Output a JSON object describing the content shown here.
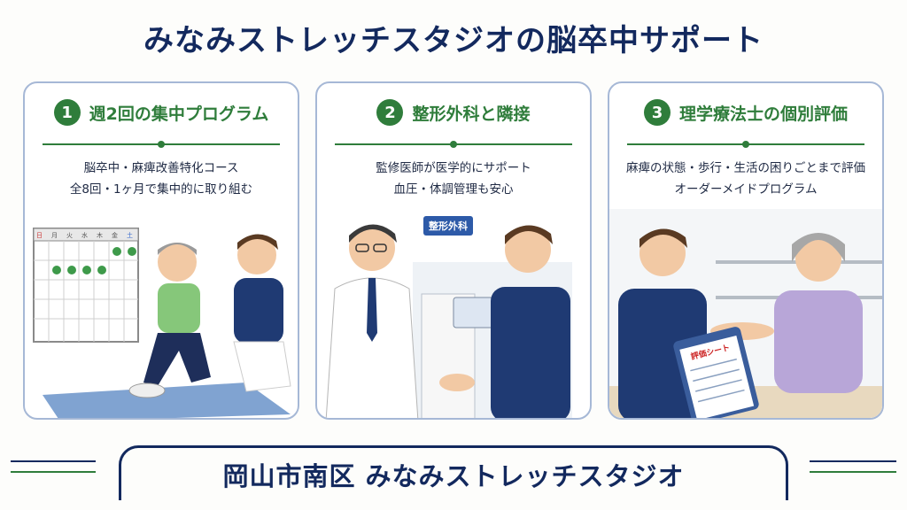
{
  "title": "みなみストレッチスタジオの脳卒中サポート",
  "cards": [
    {
      "number": "1",
      "title": "週2回の集中プログラム",
      "lines": [
        "脳卒中・麻痺改善特化コース",
        "全8回・1ヶ月で集中的に取り組む"
      ],
      "calendar_days": [
        "日",
        "月",
        "火",
        "水",
        "木",
        "金",
        "土"
      ]
    },
    {
      "number": "2",
      "title": "整形外科と隣接",
      "lines": [
        "監修医師が医学的にサポート",
        "血圧・体調管理も安心"
      ],
      "sign": "整形外科"
    },
    {
      "number": "3",
      "title": "理学療法士の個別評価",
      "lines": [
        "麻痺の状態・歩行・生活の困りごとまで評価",
        "オーダーメイドプログラム"
      ],
      "clipboard": "評価シート"
    }
  ],
  "footer": "岡山市南区 みなみストレッチスタジオ",
  "colors": {
    "navy": "#13295e",
    "green": "#2f7d3b",
    "border": "#a6b8d6"
  }
}
